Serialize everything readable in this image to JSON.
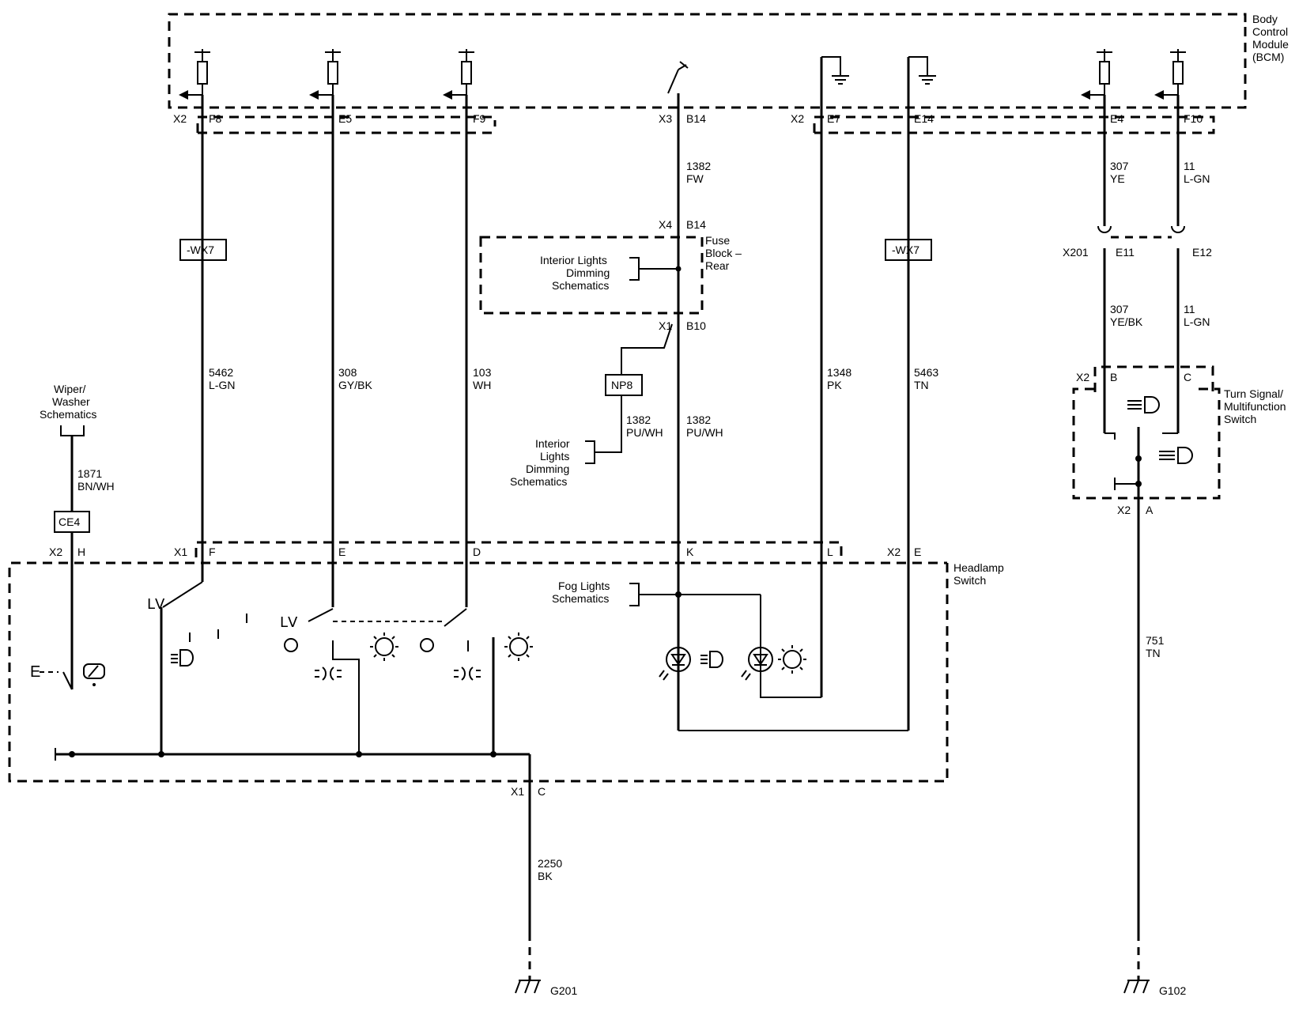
{
  "modules": {
    "bcm": [
      "Body",
      "Control",
      "Module",
      "(BCM)"
    ],
    "fuse_block": [
      "Fuse",
      "Block –",
      "Rear"
    ],
    "headlamp_switch": [
      "Headlamp",
      "Switch"
    ],
    "turn_signal": [
      "Turn Signal/",
      "Multifunction",
      "Switch"
    ]
  },
  "references": {
    "wiper": [
      "Wiper/",
      "Washer",
      "Schematics"
    ],
    "dimming_upper": [
      "Interior Lights",
      "Dimming",
      "Schematics"
    ],
    "dimming_lower": [
      "Interior",
      "Lights",
      "Dimming",
      "Schematics"
    ],
    "fog": [
      "Fog Lights",
      "Schematics"
    ]
  },
  "bcm_pins": {
    "x2": "X2",
    "f8": "F8",
    "e5": "E5",
    "f9": "F9",
    "x3": "X3",
    "b14": "B14",
    "x2b": "X2",
    "e7": "E7",
    "e14": "E14",
    "e4": "E4",
    "f10": "F10"
  },
  "fuse_pins": {
    "x4": "X4",
    "b14": "B14",
    "x1": "X1",
    "b10": "B10"
  },
  "headlamp_pins": {
    "x2": "X2",
    "h": "H",
    "x1": "X1",
    "f": "F",
    "e": "E",
    "d": "D",
    "k": "K",
    "l": "L",
    "x2b": "X2",
    "e2": "E",
    "x1c": "X1",
    "c": "C"
  },
  "turn_pins": {
    "x201": "X201",
    "e11": "E11",
    "e12": "E12",
    "x2": "X2",
    "b": "B",
    "c": "C",
    "x2a": "X2",
    "a": "A"
  },
  "wires": {
    "w1382fw": [
      "1382",
      "FW"
    ],
    "w307": [
      "307",
      "YE"
    ],
    "w11": [
      "11",
      "L-GN"
    ],
    "w307b": [
      "307",
      "YE/BK"
    ],
    "w11b": [
      "11",
      "L-GN"
    ],
    "w5462": [
      "5462",
      "L-GN"
    ],
    "w308": [
      "308",
      "GY/BK"
    ],
    "w103": [
      "103",
      "WH"
    ],
    "w1348": [
      "1348",
      "PK"
    ],
    "w5463": [
      "5463",
      "TN"
    ],
    "w1382pu_a": [
      "1382",
      "PU/WH"
    ],
    "w1382pu_b": [
      "1382",
      "PU/WH"
    ],
    "w1871": [
      "1871",
      "BN/WH"
    ],
    "w751": [
      "751",
      "TN"
    ],
    "w2250": [
      "2250",
      "BK"
    ]
  },
  "options": {
    "wx7_left": "-WX7",
    "wx7_right": "-WX7",
    "np8": "NP8",
    "ce4": "CE4"
  },
  "grounds": {
    "g201": "G201",
    "g102": "G102"
  },
  "switch_letter": "E"
}
